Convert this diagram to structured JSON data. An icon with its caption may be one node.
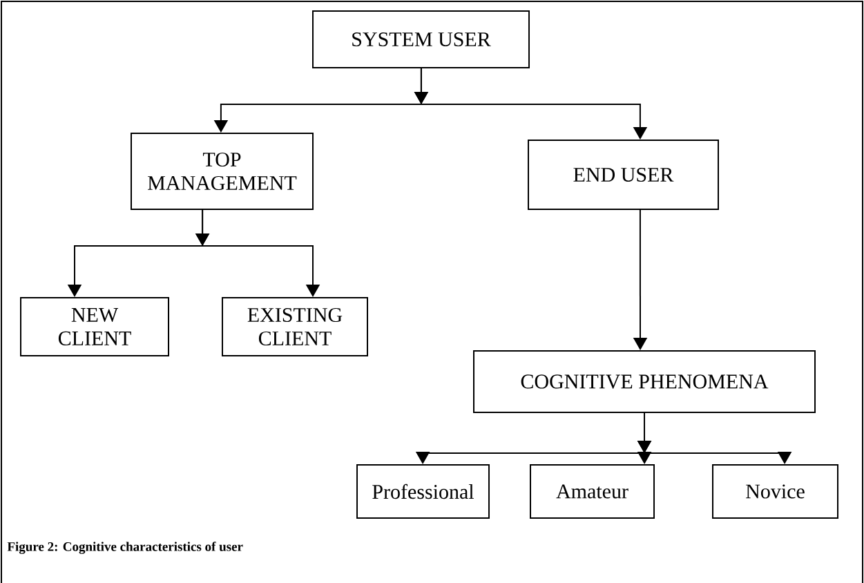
{
  "diagram": {
    "caption": "Figure 2: Cognitive characteristics of user",
    "nodes": [
      {
        "text": [
          "SYSTEM USER"
        ]
      },
      {
        "text": [
          "TOP MANAGEMENT"
        ]
      },
      {
        "text": [
          "END USER"
        ]
      },
      {
        "text": [
          "NEW CLIENT"
        ]
      },
      {
        "text": [
          "EXISTING CLIENT"
        ]
      },
      {
        "text": [
          "COGNITIVE PHENOMENA"
        ]
      },
      {
        "text": [
          "Professional"
        ]
      },
      {
        "text": [
          "Amateur"
        ]
      },
      {
        "text": [
          "Novice"
        ]
      }
    ],
    "edges": [
      {
        "from": 0,
        "to": 1,
        "arrow": "to"
      },
      {
        "from": 0,
        "to": 2,
        "arrow": "to"
      },
      {
        "from": 1,
        "to": 3,
        "arrow": "to"
      },
      {
        "from": 1,
        "to": 4,
        "arrow": "to"
      },
      {
        "from": 2,
        "to": 5,
        "arrow": "to"
      },
      {
        "from": 5,
        "to": 6,
        "arrow": "to"
      },
      {
        "from": 5,
        "to": 7,
        "arrow": "to"
      },
      {
        "from": 5,
        "to": 8,
        "arrow": "to"
      }
    ]
  }
}
